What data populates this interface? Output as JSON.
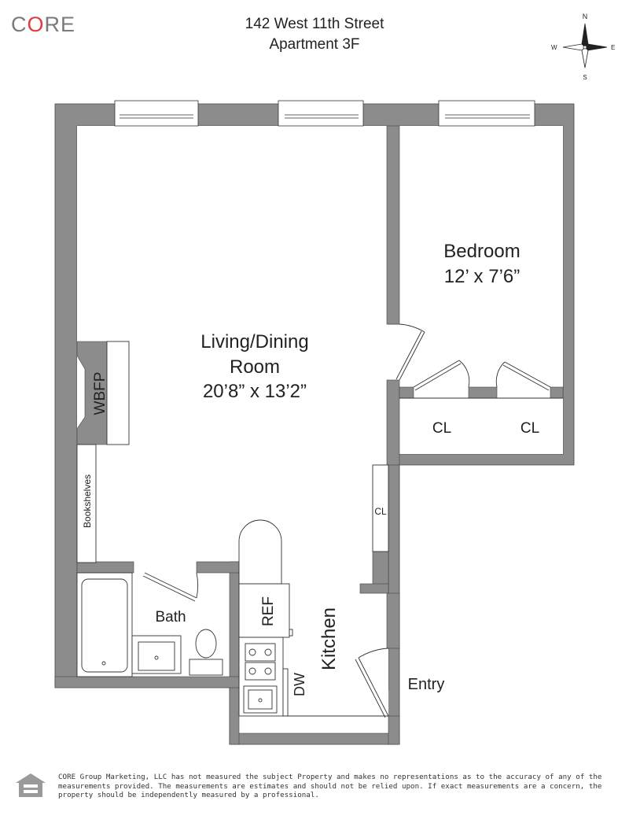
{
  "brand": {
    "logo_prefix": "C",
    "logo_accent": "O",
    "logo_suffix": "RE",
    "gray": "#7a7a7a",
    "accent": "#e23b3b"
  },
  "address": {
    "line1": "142 West 11th Street",
    "line2": "Apartment 3F"
  },
  "compass": {
    "n": "N",
    "s": "S",
    "e": "E",
    "w": "W"
  },
  "rooms": {
    "living": {
      "line1": "Living/Dining",
      "line2": "Room",
      "dims": "20’8” x 13’2”"
    },
    "bedroom": {
      "name": "Bedroom",
      "dims": "12’ x 7’6”"
    },
    "closet": "CL",
    "wbfp": "WBFP",
    "bookshelves": "Bookshelves",
    "bath": "Bath",
    "ref": "REF",
    "kitchen": "Kitchen",
    "dw": "DW",
    "entry": "Entry"
  },
  "colors": {
    "wall": "#8c8c8c",
    "line": "#333333"
  },
  "disclaimer": "CORE Group Marketing, LLC has not measured the subject Property and makes no representations as to the accuracy of any of the measurements provided. The measurements are estimates and should not be relied upon. If exact measurements are a concern, the property should be independently measured by a professional."
}
